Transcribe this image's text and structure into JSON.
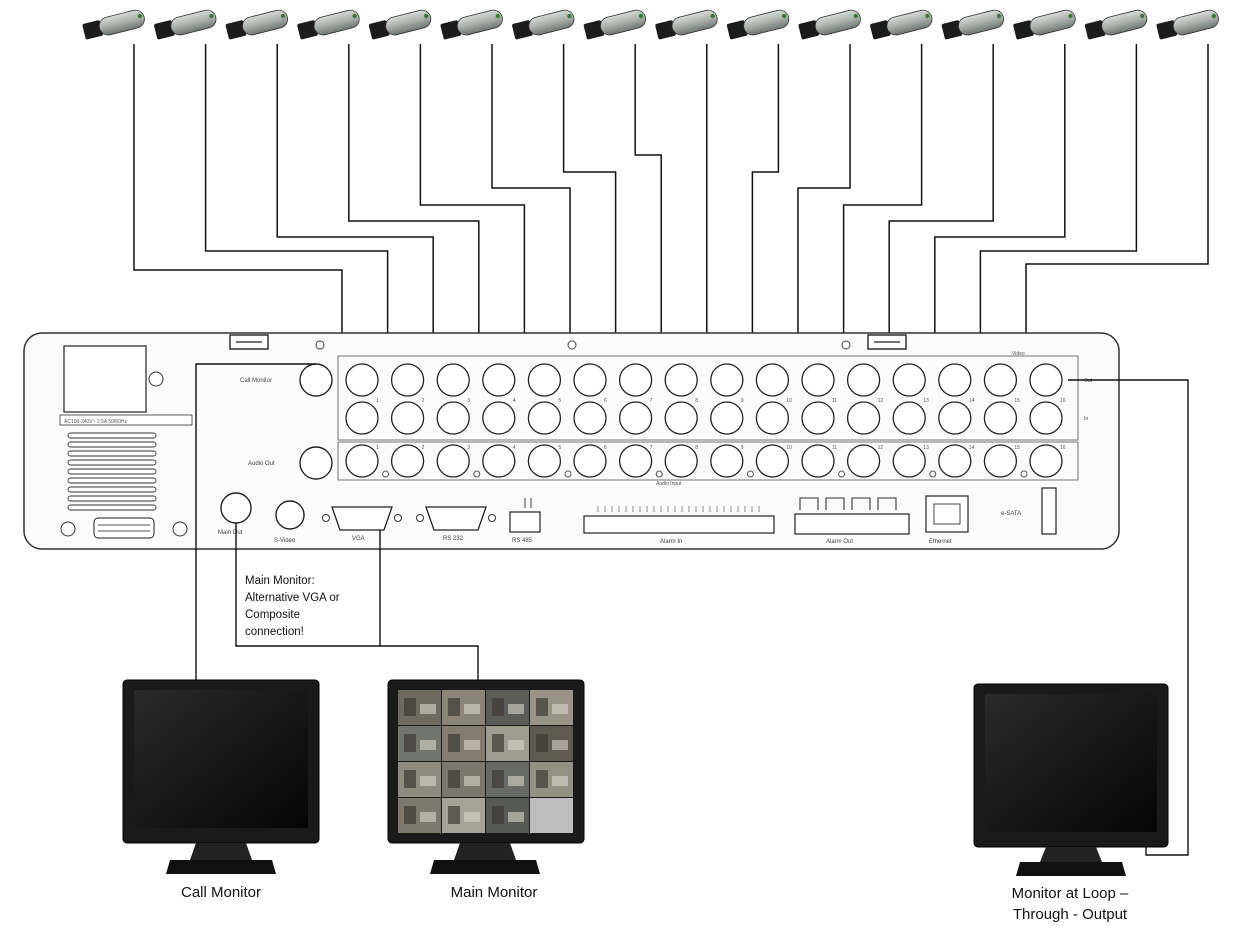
{
  "dvr": {
    "power_label": "AC100-240V~ 2.5A 50/60Hz",
    "call_monitor_label": "Call Monitor",
    "audio_out_label": "Audio Out",
    "audio_input_label": "Audio Input",
    "video_label": "Video",
    "loop_in_label": "In",
    "loop_out_label": "Out",
    "main_out_label": "Main Out",
    "s_video_label": "S-Video",
    "vga_label": "VGA",
    "rs232_label": "RS 232",
    "rs485_label": "RS 485",
    "alarm_in_label": "Alarm In",
    "alarm_out_label": "Alarm Out",
    "ethernet_label": "Ethernet",
    "esata_label": "e-SATA",
    "channel_numbers": [
      "1",
      "2",
      "3",
      "4",
      "5",
      "6",
      "7",
      "8",
      "9",
      "10",
      "11",
      "12",
      "13",
      "14",
      "15",
      "16"
    ]
  },
  "note": {
    "lines": [
      "Main Monitor:",
      "Alternative VGA or",
      "Composite",
      "connection!"
    ]
  },
  "monitors": {
    "call": "Call Monitor",
    "main": "Main Monitor",
    "loop_line1": "Monitor at Loop –",
    "loop_line2": "Through - Output"
  },
  "camera_count": 16
}
